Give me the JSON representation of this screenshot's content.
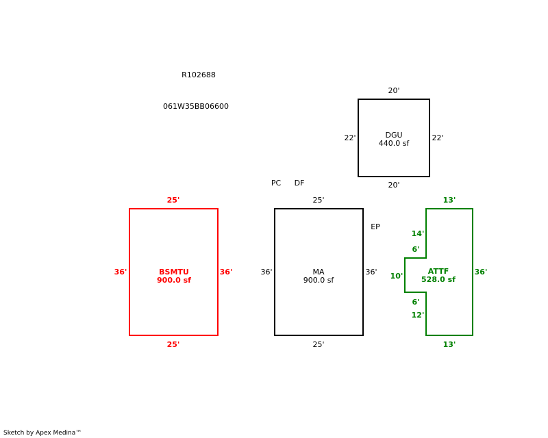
{
  "header": {
    "record_id": "R102688",
    "parcel_id": "061W35BB06600"
  },
  "labels": {
    "pc": "PC",
    "df": "DF",
    "ep": "EP"
  },
  "colors": {
    "bsmtu": "#ff0000",
    "attf": "#008000",
    "default": "#000000"
  },
  "areas": {
    "dgu": {
      "name": "DGU",
      "area": "440.0 sf",
      "top": "20'",
      "bottom": "20'",
      "left": "22'",
      "right": "22'"
    },
    "bsmtu": {
      "name": "BSMTU",
      "area": "900.0 sf",
      "top": "25'",
      "bottom": "25'",
      "left": "36'",
      "right": "36'"
    },
    "ma": {
      "name": "MA",
      "area": "900.0 sf",
      "top": "25'",
      "bottom": "25'",
      "left": "36'",
      "right": "36'"
    },
    "attf": {
      "name": "ATTF",
      "area": "528.0 sf",
      "top": "13'",
      "bottom": "13'",
      "right": "36'",
      "left_upper": "14'",
      "notch_top": "6'",
      "notch_side": "10'",
      "notch_bottom": "6'",
      "left_lower": "12'"
    }
  },
  "footer": "Sketch by Apex Medina™"
}
